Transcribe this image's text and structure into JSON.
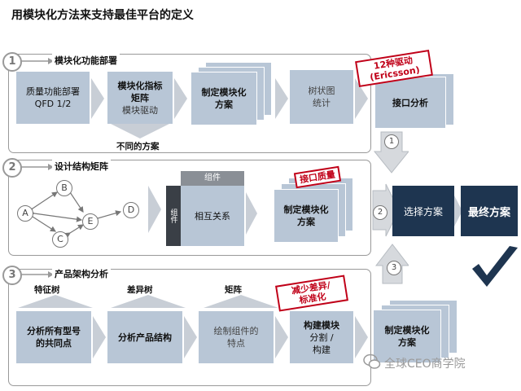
{
  "title": "用模块化方法来支持最佳平台的定义",
  "row1": {
    "num": "1",
    "title": "模块化功能部署",
    "box1": {
      "line1": "质量功能部署",
      "line2": "QFD 1/2"
    },
    "box2": {
      "line1": "模块化指标",
      "line2": "矩阵",
      "line3": "模块驱动"
    },
    "box3": {
      "line1": "制定模块化",
      "line2": "方案"
    },
    "box4": {
      "line1": "树状图",
      "line2": "统计"
    },
    "box5": {
      "label": "接口分析"
    },
    "note": "不同的方案",
    "stamp": {
      "line1": "12种驱动",
      "line2": "(Ericsson)"
    }
  },
  "row2": {
    "num": "2",
    "title": "设计结构矩阵",
    "nodes": [
      "A",
      "B",
      "C",
      "D",
      "E"
    ],
    "matrix": {
      "top": "组件",
      "side": "组件",
      "center": "相互关系"
    },
    "box": {
      "line1": "制定模块化",
      "line2": "方案"
    },
    "stamp": "接口质量"
  },
  "row3": {
    "num": "3",
    "title": "产品架构分析",
    "heads": [
      "特征树",
      "差异树",
      "矩阵"
    ],
    "box1": {
      "line1": "分析所有型号",
      "line2": "的共同点"
    },
    "box2": {
      "label": "分析产品结构"
    },
    "box3": {
      "line1": "绘制组件的",
      "line2": "特点"
    },
    "box4": {
      "line1": "构建模块",
      "line2": "分割 /",
      "line3": "构建"
    },
    "box5": {
      "line1": "制定模块化",
      "line2": "方案"
    },
    "stamp": {
      "line1": "减少差异/",
      "line2": "标准化"
    }
  },
  "right": {
    "arrow1": "1",
    "arrow2": "2",
    "arrow3": "3",
    "select": "选择方案",
    "final": "最终方案"
  },
  "watermark": "全球CEO商学院",
  "colors": {
    "box": "#b8c6d6",
    "dark": "#1e3550",
    "stamp": "#c00018",
    "check": "#1e3550"
  }
}
